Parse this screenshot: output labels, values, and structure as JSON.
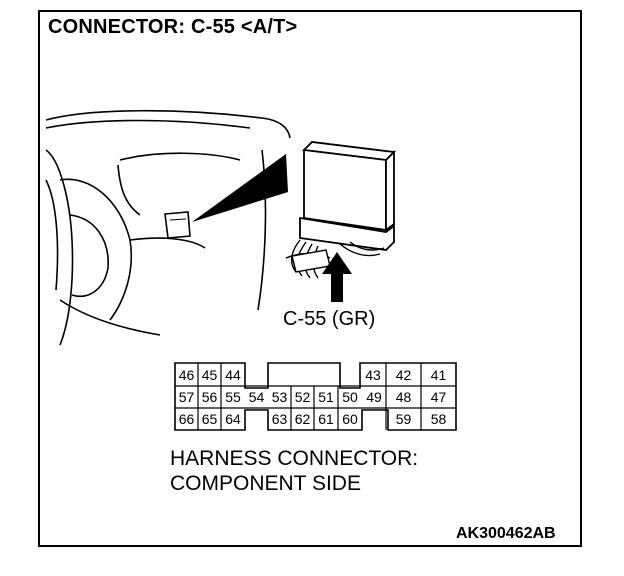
{
  "title": "CONNECTOR: C-55 <A/T>",
  "connector_label": "C-55 (GR)",
  "caption": {
    "line1": "HARNESS CONNECTOR:",
    "line2": "COMPONENT SIDE"
  },
  "figure_code": "AK300462AB",
  "pins": {
    "row1_left": [
      "46",
      "45",
      "44"
    ],
    "row1_right": [
      "43",
      "42",
      "41"
    ],
    "row2": [
      "57",
      "56",
      "55",
      "54",
      "53",
      "52",
      "51",
      "50",
      "49",
      "48",
      "47"
    ],
    "row3_left": [
      "66",
      "65",
      "64"
    ],
    "row3_mid": [
      "63",
      "62",
      "61",
      "60"
    ],
    "row3_right": [
      "59",
      "58"
    ]
  }
}
